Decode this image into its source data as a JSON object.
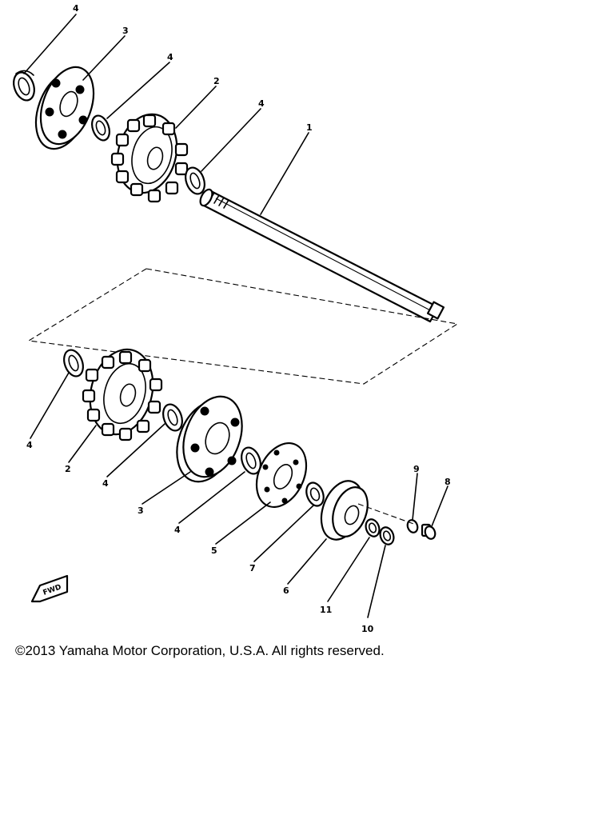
{
  "callouts": {
    "c1": "1",
    "c2a": "2",
    "c2b": "2",
    "c3a": "3",
    "c3b": "3",
    "c4a": "4",
    "c4b": "4",
    "c4c": "4",
    "c4d": "4",
    "c4e": "4",
    "c4f": "4",
    "c5": "5",
    "c6": "6",
    "c7": "7",
    "c8": "8",
    "c9": "9",
    "c10": "10",
    "c11": "11"
  },
  "fwd_label": "FWD",
  "copyright": "©2013 Yamaha Motor Corporation, U.S.A. All rights reserved."
}
